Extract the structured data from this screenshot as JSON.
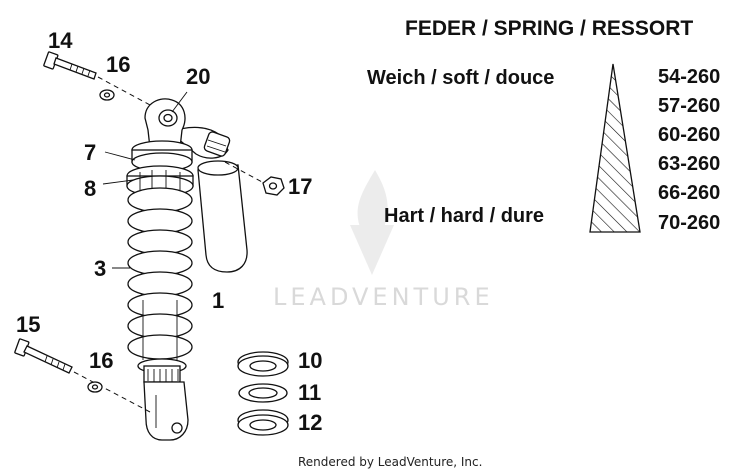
{
  "spring_table": {
    "title": "FEDER / SPRING / RESSORT",
    "soft_label": "Weich / soft / douce",
    "hard_label": "Hart / hard / dure",
    "rates": [
      "54-260",
      "57-260",
      "60-260",
      "63-260",
      "66-260",
      "70-260"
    ]
  },
  "callouts": {
    "c14": "14",
    "c16_top": "16",
    "c20": "20",
    "c7": "7",
    "c8": "8",
    "c17": "17",
    "c3": "3",
    "c1": "1",
    "c15": "15",
    "c16_bottom": "16",
    "c10": "10",
    "c11": "11",
    "c12": "12"
  },
  "watermark": "LEADVENTURE",
  "footer": "Rendered by LeadVenture, Inc."
}
